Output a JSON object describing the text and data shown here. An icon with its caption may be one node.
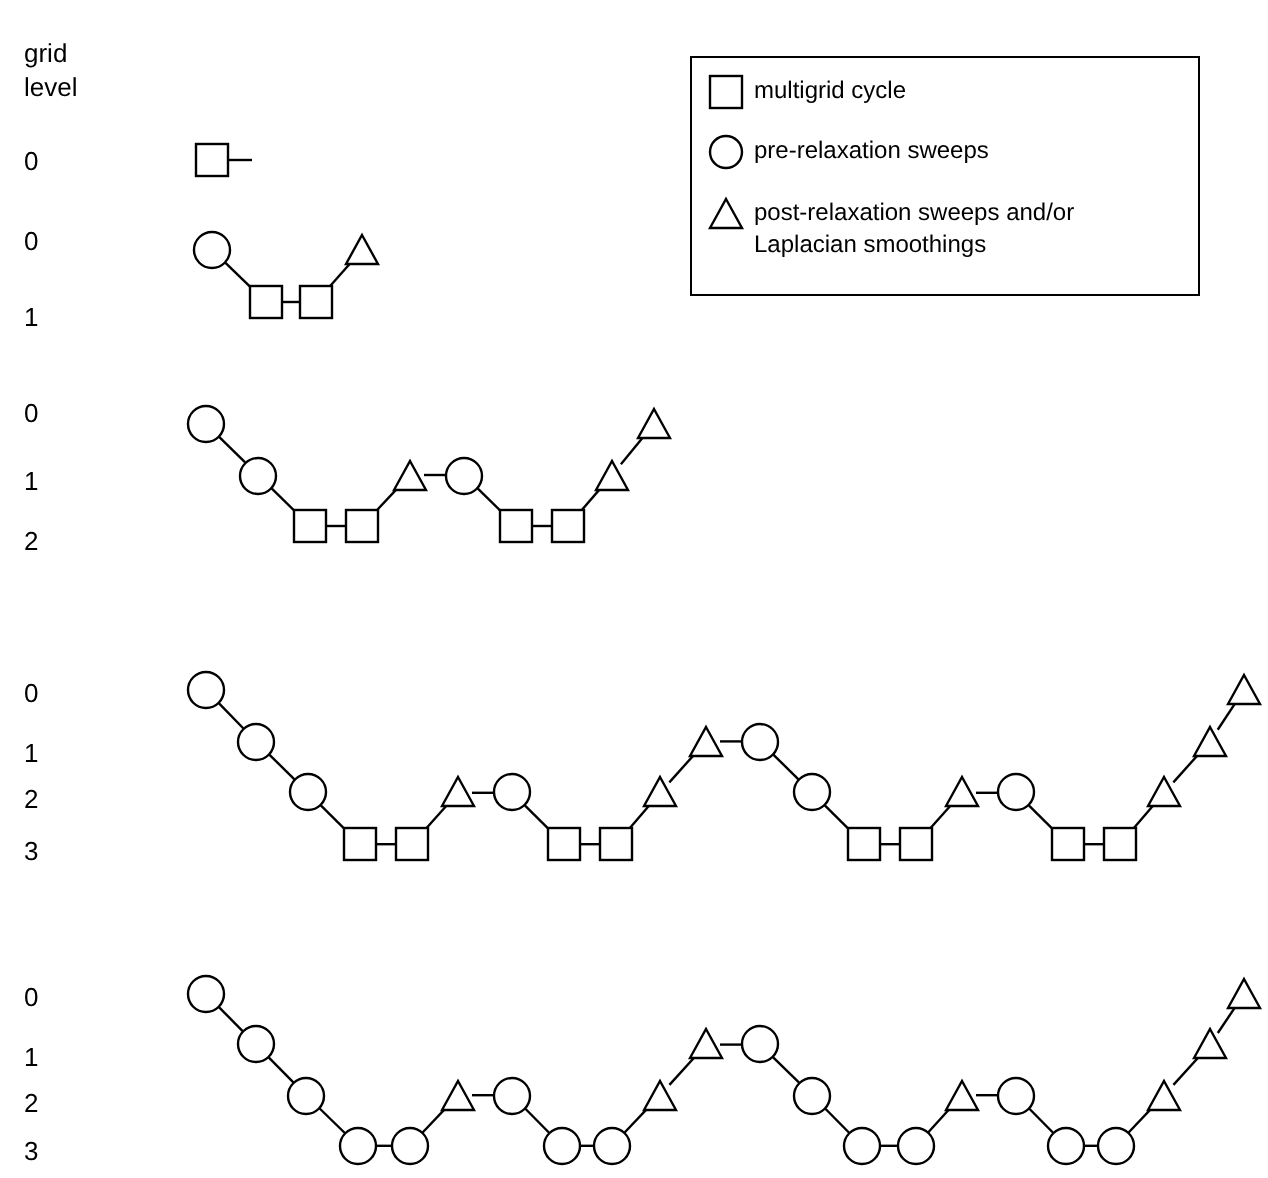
{
  "diagram": {
    "nodes": [
      {
        "text": [],
        "shape": "box"
      },
      {
        "text": [],
        "shape": "circle"
      },
      {
        "text": [],
        "shape": "box"
      },
      {
        "text": [],
        "shape": "box"
      },
      {
        "text": [],
        "shape": "triangle"
      },
      {
        "text": [],
        "shape": "circle"
      },
      {
        "text": [],
        "shape": "circle"
      },
      {
        "text": [],
        "shape": "box"
      },
      {
        "text": [],
        "shape": "box"
      },
      {
        "text": [],
        "shape": "triangle"
      },
      {
        "text": [],
        "shape": "circle"
      },
      {
        "text": [],
        "shape": "box"
      },
      {
        "text": [],
        "shape": "box"
      },
      {
        "text": [],
        "shape": "triangle"
      },
      {
        "text": [],
        "shape": "triangle"
      },
      {
        "text": [],
        "shape": "circle"
      },
      {
        "text": [],
        "shape": "circle"
      },
      {
        "text": [],
        "shape": "circle"
      },
      {
        "text": [],
        "shape": "box"
      },
      {
        "text": [],
        "shape": "box"
      },
      {
        "text": [],
        "shape": "triangle"
      },
      {
        "text": [],
        "shape": "circle"
      },
      {
        "text": [],
        "shape": "box"
      },
      {
        "text": [],
        "shape": "box"
      },
      {
        "text": [],
        "shape": "triangle"
      },
      {
        "text": [],
        "shape": "triangle"
      },
      {
        "text": [],
        "shape": "circle"
      },
      {
        "text": [],
        "shape": "circle"
      },
      {
        "text": [],
        "shape": "box"
      },
      {
        "text": [],
        "shape": "box"
      },
      {
        "text": [],
        "shape": "triangle"
      },
      {
        "text": [],
        "shape": "circle"
      },
      {
        "text": [],
        "shape": "box"
      },
      {
        "text": [],
        "shape": "box"
      },
      {
        "text": [],
        "shape": "triangle"
      },
      {
        "text": [],
        "shape": "triangle"
      },
      {
        "text": [],
        "shape": "triangle"
      },
      {
        "text": [],
        "shape": "circle"
      },
      {
        "text": [],
        "shape": "circle"
      },
      {
        "text": [],
        "shape": "circle"
      },
      {
        "text": [],
        "shape": "circle"
      },
      {
        "text": [],
        "shape": "circle"
      },
      {
        "text": [],
        "shape": "triangle"
      },
      {
        "text": [],
        "shape": "circle"
      },
      {
        "text": [],
        "shape": "circle"
      },
      {
        "text": [],
        "shape": "circle"
      },
      {
        "text": [],
        "shape": "triangle"
      },
      {
        "text": [],
        "shape": "triangle"
      },
      {
        "text": [],
        "shape": "circle"
      },
      {
        "text": [],
        "shape": "circle"
      },
      {
        "text": [],
        "shape": "circle"
      },
      {
        "text": [],
        "shape": "circle"
      },
      {
        "text": [],
        "shape": "triangle"
      },
      {
        "text": [],
        "shape": "circle"
      },
      {
        "text": [],
        "shape": "circle"
      },
      {
        "text": [],
        "shape": "circle"
      },
      {
        "text": [],
        "shape": "triangle"
      },
      {
        "text": [],
        "shape": "triangle"
      },
      {
        "text": [],
        "shape": "triangle"
      }
    ],
    "edges": [
      {
        "from": 0,
        "to": null,
        "arrow": "none"
      },
      {
        "from": 1,
        "to": 2,
        "arrow": "none"
      },
      {
        "from": 2,
        "to": 3,
        "arrow": "none"
      },
      {
        "from": 3,
        "to": 4,
        "arrow": "none"
      },
      {
        "from": 5,
        "to": 6,
        "arrow": "none"
      },
      {
        "from": 6,
        "to": 7,
        "arrow": "none"
      },
      {
        "from": 7,
        "to": 8,
        "arrow": "none"
      },
      {
        "from": 8,
        "to": 9,
        "arrow": "none"
      },
      {
        "from": 9,
        "to": 10,
        "arrow": "none"
      },
      {
        "from": 10,
        "to": 11,
        "arrow": "none"
      },
      {
        "from": 11,
        "to": 12,
        "arrow": "none"
      },
      {
        "from": 12,
        "to": 13,
        "arrow": "none"
      },
      {
        "from": 13,
        "to": 14,
        "arrow": "none"
      },
      {
        "from": 15,
        "to": 16,
        "arrow": "none"
      },
      {
        "from": 16,
        "to": 17,
        "arrow": "none"
      },
      {
        "from": 17,
        "to": 18,
        "arrow": "none"
      },
      {
        "from": 18,
        "to": 19,
        "arrow": "none"
      },
      {
        "from": 19,
        "to": 20,
        "arrow": "none"
      },
      {
        "from": 20,
        "to": 21,
        "arrow": "none"
      },
      {
        "from": 21,
        "to": 22,
        "arrow": "none"
      },
      {
        "from": 22,
        "to": 23,
        "arrow": "none"
      },
      {
        "from": 23,
        "to": 24,
        "arrow": "none"
      },
      {
        "from": 24,
        "to": 25,
        "arrow": "none"
      },
      {
        "from": 25,
        "to": 26,
        "arrow": "none"
      },
      {
        "from": 26,
        "to": 27,
        "arrow": "none"
      },
      {
        "from": 27,
        "to": 28,
        "arrow": "none"
      },
      {
        "from": 28,
        "to": 29,
        "arrow": "none"
      },
      {
        "from": 29,
        "to": 30,
        "arrow": "none"
      },
      {
        "from": 30,
        "to": 31,
        "arrow": "none"
      },
      {
        "from": 31,
        "to": 32,
        "arrow": "none"
      },
      {
        "from": 32,
        "to": 33,
        "arrow": "none"
      },
      {
        "from": 33,
        "to": 34,
        "arrow": "none"
      },
      {
        "from": 34,
        "to": 35,
        "arrow": "none"
      },
      {
        "from": 35,
        "to": 36,
        "arrow": "none"
      },
      {
        "from": 37,
        "to": 38,
        "arrow": "none"
      },
      {
        "from": 38,
        "to": 39,
        "arrow": "none"
      },
      {
        "from": 39,
        "to": 40,
        "arrow": "none"
      },
      {
        "from": 40,
        "to": 41,
        "arrow": "none"
      },
      {
        "from": 41,
        "to": 42,
        "arrow": "none"
      },
      {
        "from": 42,
        "to": 43,
        "arrow": "none"
      },
      {
        "from": 43,
        "to": 44,
        "arrow": "none"
      },
      {
        "from": 44,
        "to": 45,
        "arrow": "none"
      },
      {
        "from": 45,
        "to": 46,
        "arrow": "none"
      },
      {
        "from": 46,
        "to": 47,
        "arrow": "none"
      },
      {
        "from": 47,
        "to": 48,
        "arrow": "none"
      },
      {
        "from": 48,
        "to": 49,
        "arrow": "none"
      },
      {
        "from": 49,
        "to": 50,
        "arrow": "none"
      },
      {
        "from": 50,
        "to": 51,
        "arrow": "none"
      },
      {
        "from": 51,
        "to": 52,
        "arrow": "none"
      },
      {
        "from": 52,
        "to": 53,
        "arrow": "none"
      },
      {
        "from": 53,
        "to": 54,
        "arrow": "none"
      },
      {
        "from": 54,
        "to": 55,
        "arrow": "none"
      },
      {
        "from": 55,
        "to": 56,
        "arrow": "none"
      },
      {
        "from": 56,
        "to": 57,
        "arrow": "none"
      },
      {
        "from": 57,
        "to": 58,
        "arrow": "none"
      }
    ],
    "labels": [
      "grid level",
      "0",
      "0",
      "1",
      "0",
      "1",
      "2",
      "0",
      "1",
      "2",
      "3",
      "0",
      "1",
      "2",
      "3"
    ],
    "legend": [
      {
        "text": "multigrid cycle"
      },
      {
        "text": "pre-relaxation sweeps"
      },
      {
        "text": "post-relaxation sweeps and/or Laplacian smoothings"
      }
    ]
  }
}
